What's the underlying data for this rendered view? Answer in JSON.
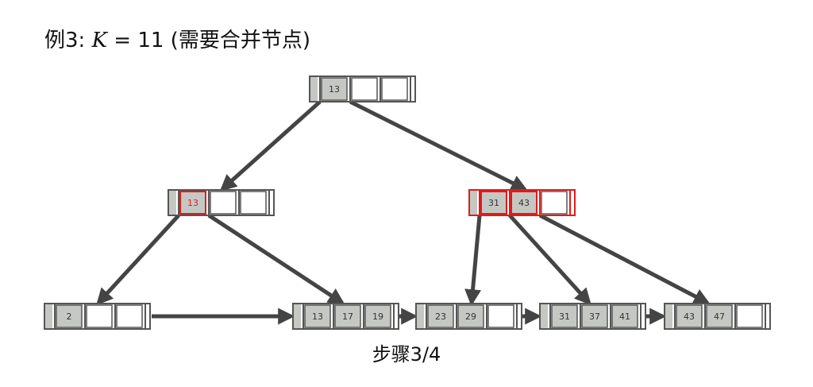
{
  "title": {
    "prefix": "例3: ",
    "var": "K",
    "rest": " = 11 (需要合并节点)"
  },
  "caption": "步骤3/4",
  "colors": {
    "filled": "#c5c8c2",
    "empty": "#ffffff",
    "stroke": "#555555",
    "highlight": "#e21a1a",
    "arrow": "#444444"
  },
  "tree": {
    "nodes": [
      {
        "id": "root",
        "keys": [
          "13"
        ],
        "highlight_cells": [],
        "highlight_node": false
      },
      {
        "id": "inner-left",
        "keys": [
          "13"
        ],
        "highlight_cells": [
          0
        ],
        "highlight_node": false
      },
      {
        "id": "inner-right",
        "keys": [
          "31",
          "43"
        ],
        "highlight_cells": [
          0,
          1
        ],
        "highlight_node": true
      },
      {
        "id": "leaf-1",
        "keys": [
          "2"
        ],
        "highlight_cells": [],
        "highlight_node": false
      },
      {
        "id": "leaf-2",
        "keys": [
          "13",
          "17",
          "19"
        ],
        "highlight_cells": [],
        "highlight_node": false
      },
      {
        "id": "leaf-3",
        "keys": [
          "23",
          "29"
        ],
        "highlight_cells": [],
        "highlight_node": false
      },
      {
        "id": "leaf-4",
        "keys": [
          "31",
          "37",
          "41"
        ],
        "highlight_cells": [],
        "highlight_node": false
      },
      {
        "id": "leaf-5",
        "keys": [
          "43",
          "47"
        ],
        "highlight_cells": [],
        "highlight_node": false
      }
    ],
    "edges": [
      {
        "from": "root",
        "to": "inner-left"
      },
      {
        "from": "root",
        "to": "inner-right"
      },
      {
        "from": "inner-left",
        "to": "leaf-1"
      },
      {
        "from": "inner-left",
        "to": "leaf-2"
      },
      {
        "from": "inner-right",
        "to": "leaf-3"
      },
      {
        "from": "inner-right",
        "to": "leaf-4"
      },
      {
        "from": "inner-right",
        "to": "leaf-5"
      }
    ],
    "leaf_links": [
      {
        "from": "leaf-1",
        "to": "leaf-2"
      },
      {
        "from": "leaf-2",
        "to": "leaf-3"
      },
      {
        "from": "leaf-3",
        "to": "leaf-4"
      },
      {
        "from": "leaf-4",
        "to": "leaf-5"
      }
    ]
  }
}
